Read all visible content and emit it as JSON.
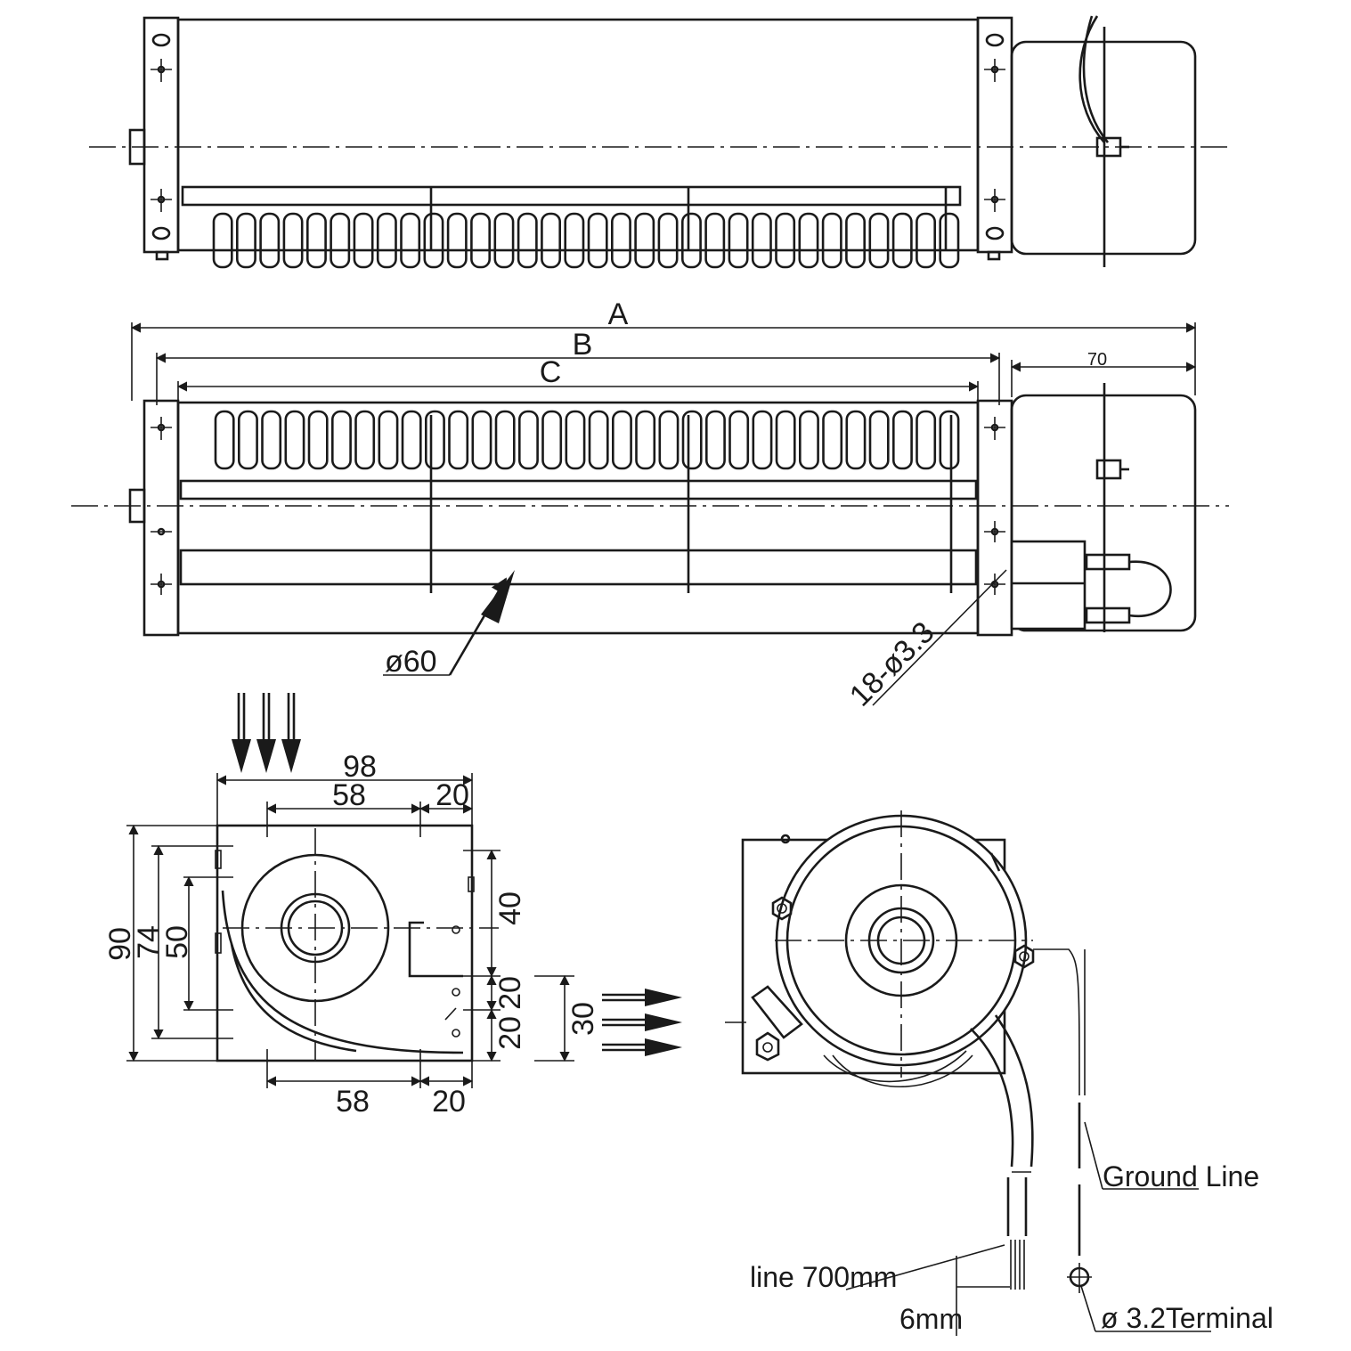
{
  "dimensions": {
    "a": "A",
    "b": "B",
    "c": "C",
    "motor_width": "70",
    "fan_diameter": "ø60",
    "mount_holes": "18-ø3.3",
    "top_98": "98",
    "top_58": "58",
    "top_20": "20",
    "bottom_58": "58",
    "bottom_20": "20",
    "h_90": "90",
    "h_74": "74",
    "h_50": "50",
    "right_40": "40",
    "right_20a": "20",
    "right_20b": "20",
    "outlet_30": "30"
  },
  "callouts": {
    "ground_line": "Ground Line",
    "line_length": "line 700mm",
    "strip_length": "6mm",
    "terminal": "ø 3.2Terminal"
  },
  "colors": {
    "line": "#1a1a1a",
    "background": "#ffffff"
  },
  "icons": [
    "airflow-arrow",
    "ground-terminal",
    "mounting-hole"
  ]
}
